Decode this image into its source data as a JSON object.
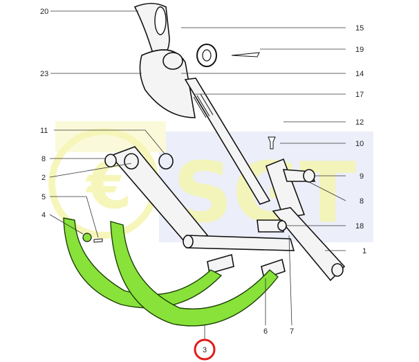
{
  "callouts": [
    {
      "id": "c20",
      "label": "20"
    },
    {
      "id": "c15",
      "label": "15"
    },
    {
      "id": "c19",
      "label": "19"
    },
    {
      "id": "c23",
      "label": "23"
    },
    {
      "id": "c14",
      "label": "14"
    },
    {
      "id": "c17",
      "label": "17"
    },
    {
      "id": "c11",
      "label": "11"
    },
    {
      "id": "c12",
      "label": "12"
    },
    {
      "id": "c10",
      "label": "10"
    },
    {
      "id": "c8a",
      "label": "8"
    },
    {
      "id": "c2",
      "label": "2"
    },
    {
      "id": "c9",
      "label": "9"
    },
    {
      "id": "c5",
      "label": "5"
    },
    {
      "id": "c8b",
      "label": "8"
    },
    {
      "id": "c4",
      "label": "4"
    },
    {
      "id": "c18",
      "label": "18"
    },
    {
      "id": "c1",
      "label": "1"
    },
    {
      "id": "c6",
      "label": "6"
    },
    {
      "id": "c7",
      "label": "7"
    }
  ],
  "highlight": {
    "label": "3",
    "color": "#e01b1b"
  },
  "watermark": {
    "text": "SGT",
    "euro": "€",
    "color": "#e6e63c"
  },
  "colors": {
    "tine": "#88e23a",
    "outline": "#111111"
  }
}
